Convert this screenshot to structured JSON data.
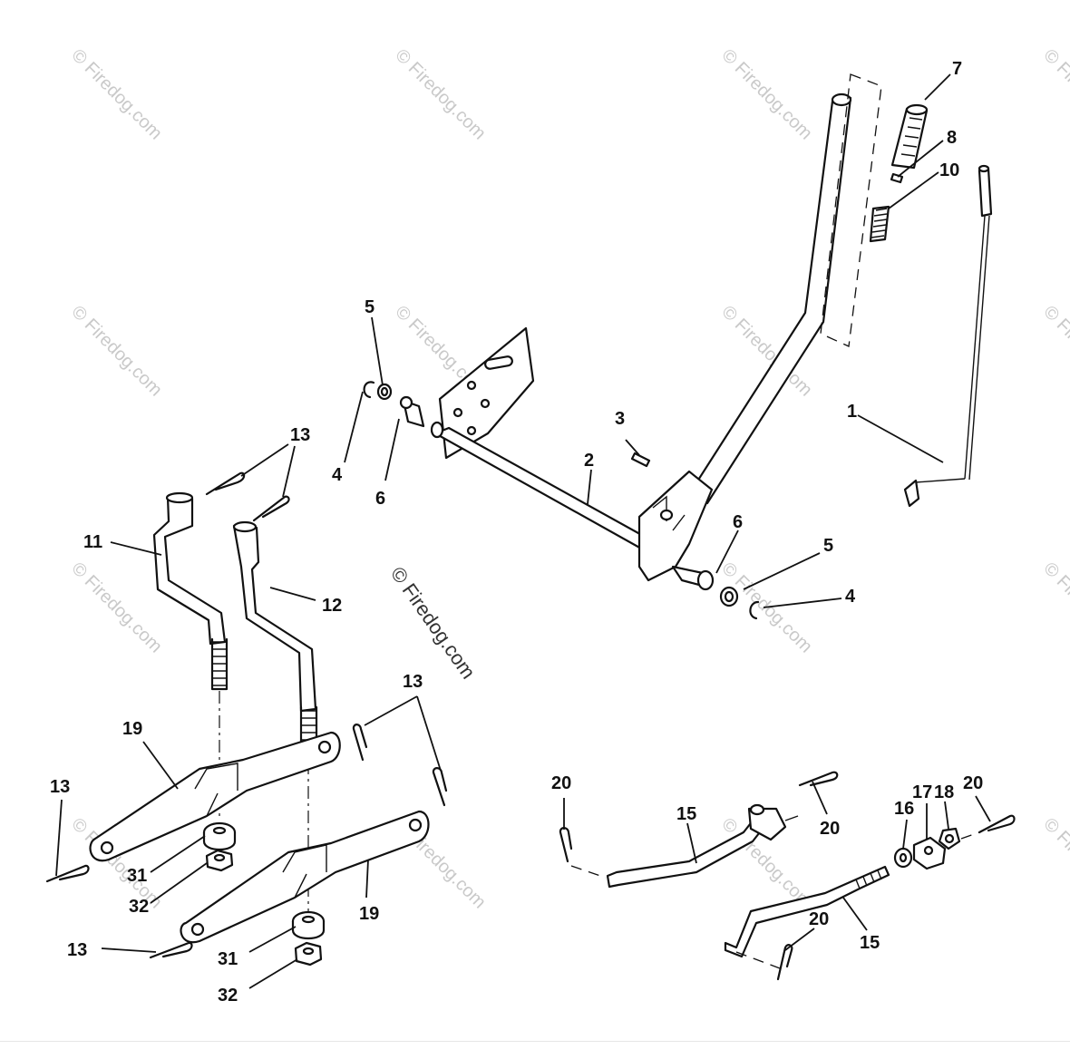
{
  "watermark": {
    "text": "© Firedog.com",
    "center_text": "© Firedog.com"
  },
  "callouts": [
    {
      "id": "c7",
      "number": "7"
    },
    {
      "id": "c8",
      "number": "8"
    },
    {
      "id": "c10",
      "number": "10"
    },
    {
      "id": "c1",
      "number": "1"
    },
    {
      "id": "c5a",
      "number": "5"
    },
    {
      "id": "c4a",
      "number": "4"
    },
    {
      "id": "c6a",
      "number": "6"
    },
    {
      "id": "c3",
      "number": "3"
    },
    {
      "id": "c2",
      "number": "2"
    },
    {
      "id": "c6b",
      "number": "6"
    },
    {
      "id": "c5b",
      "number": "5"
    },
    {
      "id": "c4b",
      "number": "4"
    },
    {
      "id": "c13a",
      "number": "13"
    },
    {
      "id": "c11",
      "number": "11"
    },
    {
      "id": "c12",
      "number": "12"
    },
    {
      "id": "c13b",
      "number": "13"
    },
    {
      "id": "c19a",
      "number": "19"
    },
    {
      "id": "c13c",
      "number": "13"
    },
    {
      "id": "c31a",
      "number": "31"
    },
    {
      "id": "c32a",
      "number": "32"
    },
    {
      "id": "c19b",
      "number": "19"
    },
    {
      "id": "c13d",
      "number": "13"
    },
    {
      "id": "c31b",
      "number": "31"
    },
    {
      "id": "c32b",
      "number": "32"
    },
    {
      "id": "c20a",
      "number": "20"
    },
    {
      "id": "c15a",
      "number": "15"
    },
    {
      "id": "c20b",
      "number": "20"
    },
    {
      "id": "c16",
      "number": "16"
    },
    {
      "id": "c17",
      "number": "17"
    },
    {
      "id": "c18",
      "number": "18"
    },
    {
      "id": "c20c",
      "number": "20"
    },
    {
      "id": "c20d",
      "number": "20"
    },
    {
      "id": "c15b",
      "number": "15"
    }
  ]
}
